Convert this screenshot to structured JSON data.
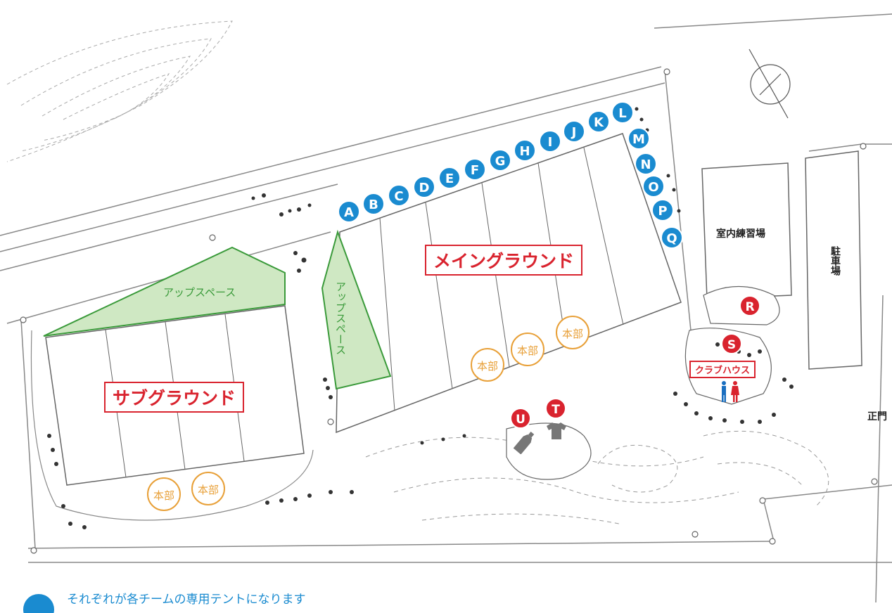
{
  "grounds": {
    "main": "メイングラウンド",
    "sub": "サブグラウンド"
  },
  "up_space": {
    "horizontal": "アップスペース",
    "vertical": "アップスペース"
  },
  "headquarters": [
    "本部",
    "本部",
    "本部",
    "本部",
    "本部"
  ],
  "tent_markers": [
    "A",
    "B",
    "C",
    "D",
    "E",
    "F",
    "G",
    "H",
    "I",
    "J",
    "K",
    "L",
    "M",
    "N",
    "O",
    "P",
    "Q"
  ],
  "red_markers": [
    "R",
    "S",
    "T",
    "U"
  ],
  "facilities": {
    "indoor_practice": "室内練習場",
    "parking": "駐車場",
    "clubhouse": "クラブハウス",
    "main_gate": "正門"
  },
  "icons": {
    "toilet": "restroom-icon",
    "tshirt": "tshirt-icon",
    "bottle": "bottle-icon",
    "north": "north-arrow-icon"
  },
  "colors": {
    "tent_blue": "#1a8bd0",
    "marker_red": "#d9232e",
    "hq_orange": "#e8a038",
    "up_space_green": "#cfe8c3"
  },
  "legend": {
    "caption": "それぞれが各チームの専用テントになります"
  }
}
